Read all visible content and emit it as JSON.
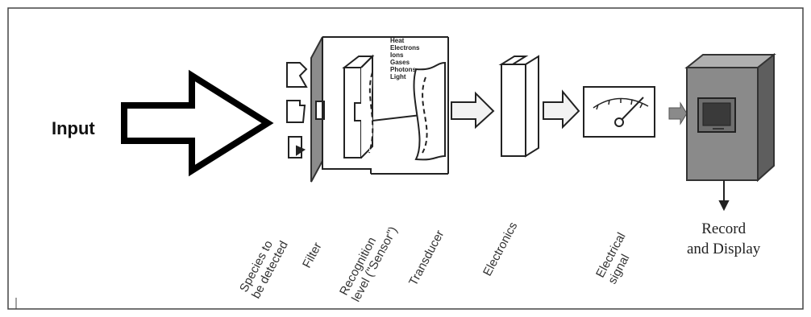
{
  "input": {
    "label": "Input"
  },
  "energy_list": [
    "Heat",
    "Electrons",
    "Ions",
    "Gases",
    "Photons",
    "Light"
  ],
  "stages": {
    "species": "Species to\nbe detected",
    "filter": "Filter",
    "recognition": "Recognition\nlevel (\"Sensor\")",
    "transducer": "Transducer",
    "electronics": "Electronics",
    "signal": "Electrical\nsignal"
  },
  "output": {
    "line1": "Record",
    "line2": "and Display"
  },
  "colors": {
    "device": "#8a8a8a",
    "device_dark": "#5e5e5e",
    "screen": "#3a3a3a",
    "stroke": "#222222",
    "arrow_fill": "#f2f2f2"
  }
}
